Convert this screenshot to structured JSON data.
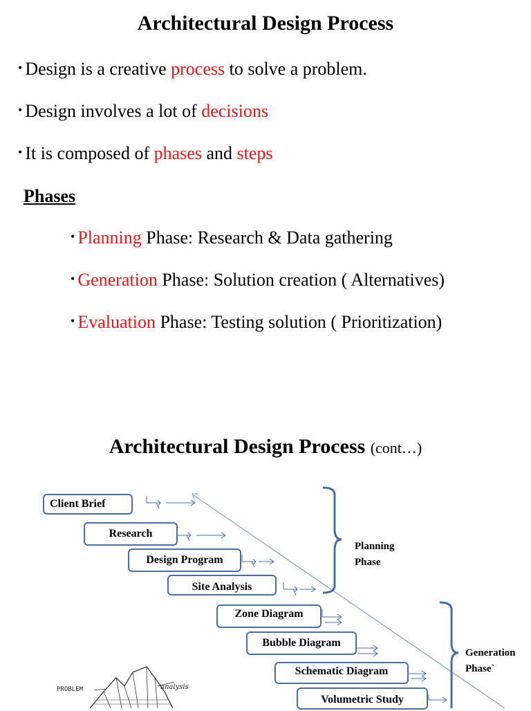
{
  "slide1": {
    "title": "Architectural Design Process",
    "bullets": [
      {
        "pre": "Design is a creative ",
        "hl": "process",
        "post": " to solve a problem."
      },
      {
        "pre": "Design involves a lot of ",
        "hl": "decisions",
        "post": ""
      },
      {
        "pre": "It is composed of ",
        "hl": "phases",
        "mid": " and ",
        "hl2": "steps"
      }
    ],
    "phases_heading": " Phases",
    "phases": [
      {
        "name": "Planning",
        "desc": " Phase: Research & Data gathering"
      },
      {
        "name": "Generation",
        "desc": " Phase: Solution creation ( Alternatives)"
      },
      {
        "name": "Evaluation",
        "desc": " Phase: Testing solution ( Prioritization)"
      }
    ]
  },
  "slide2": {
    "title": "Architectural Design Process",
    "title_suffix": "(cont…)",
    "steps": [
      "Client Brief",
      "Research",
      "Design Program",
      "Site Analysis",
      "Zone Diagram",
      "Bubble Diagram",
      "Schematic Diagram",
      "Volumetric Study"
    ],
    "planning_label_1": "Planning",
    "planning_label_2": "Phase",
    "generation_label_1": "Generation",
    "generation_label_2": "Phase`",
    "sketch_label_problem": "PROBLEM",
    "sketch_label_analysis": "analysis",
    "colors": {
      "box_border": "#4a6ea1",
      "highlight": "#e8161b"
    }
  }
}
